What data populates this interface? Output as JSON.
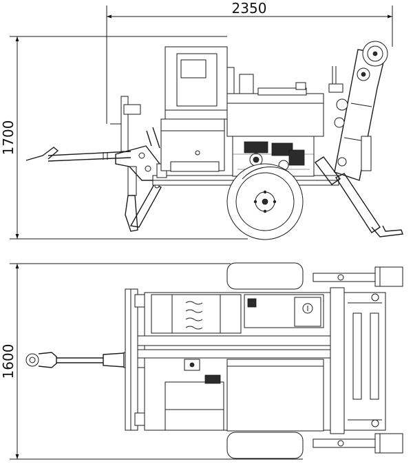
{
  "dimensions": {
    "overall_length": "2350",
    "overall_height": "1700",
    "overall_width": "1600"
  }
}
